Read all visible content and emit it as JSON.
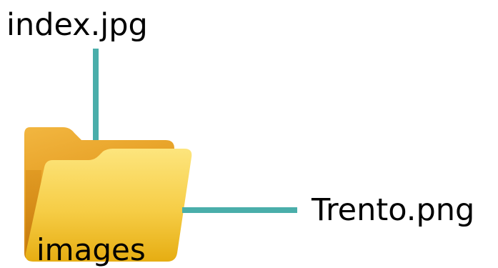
{
  "diagram": {
    "nodes": {
      "top_file": "index.jpg",
      "right_file": "Trento.png",
      "folder": "images"
    },
    "icons": {
      "folder_icon": "folder-open-icon"
    },
    "colors": {
      "connector": "#4aaeaa",
      "folder_back": "#e39a1e",
      "folder_front": "#f7cf4a"
    }
  }
}
